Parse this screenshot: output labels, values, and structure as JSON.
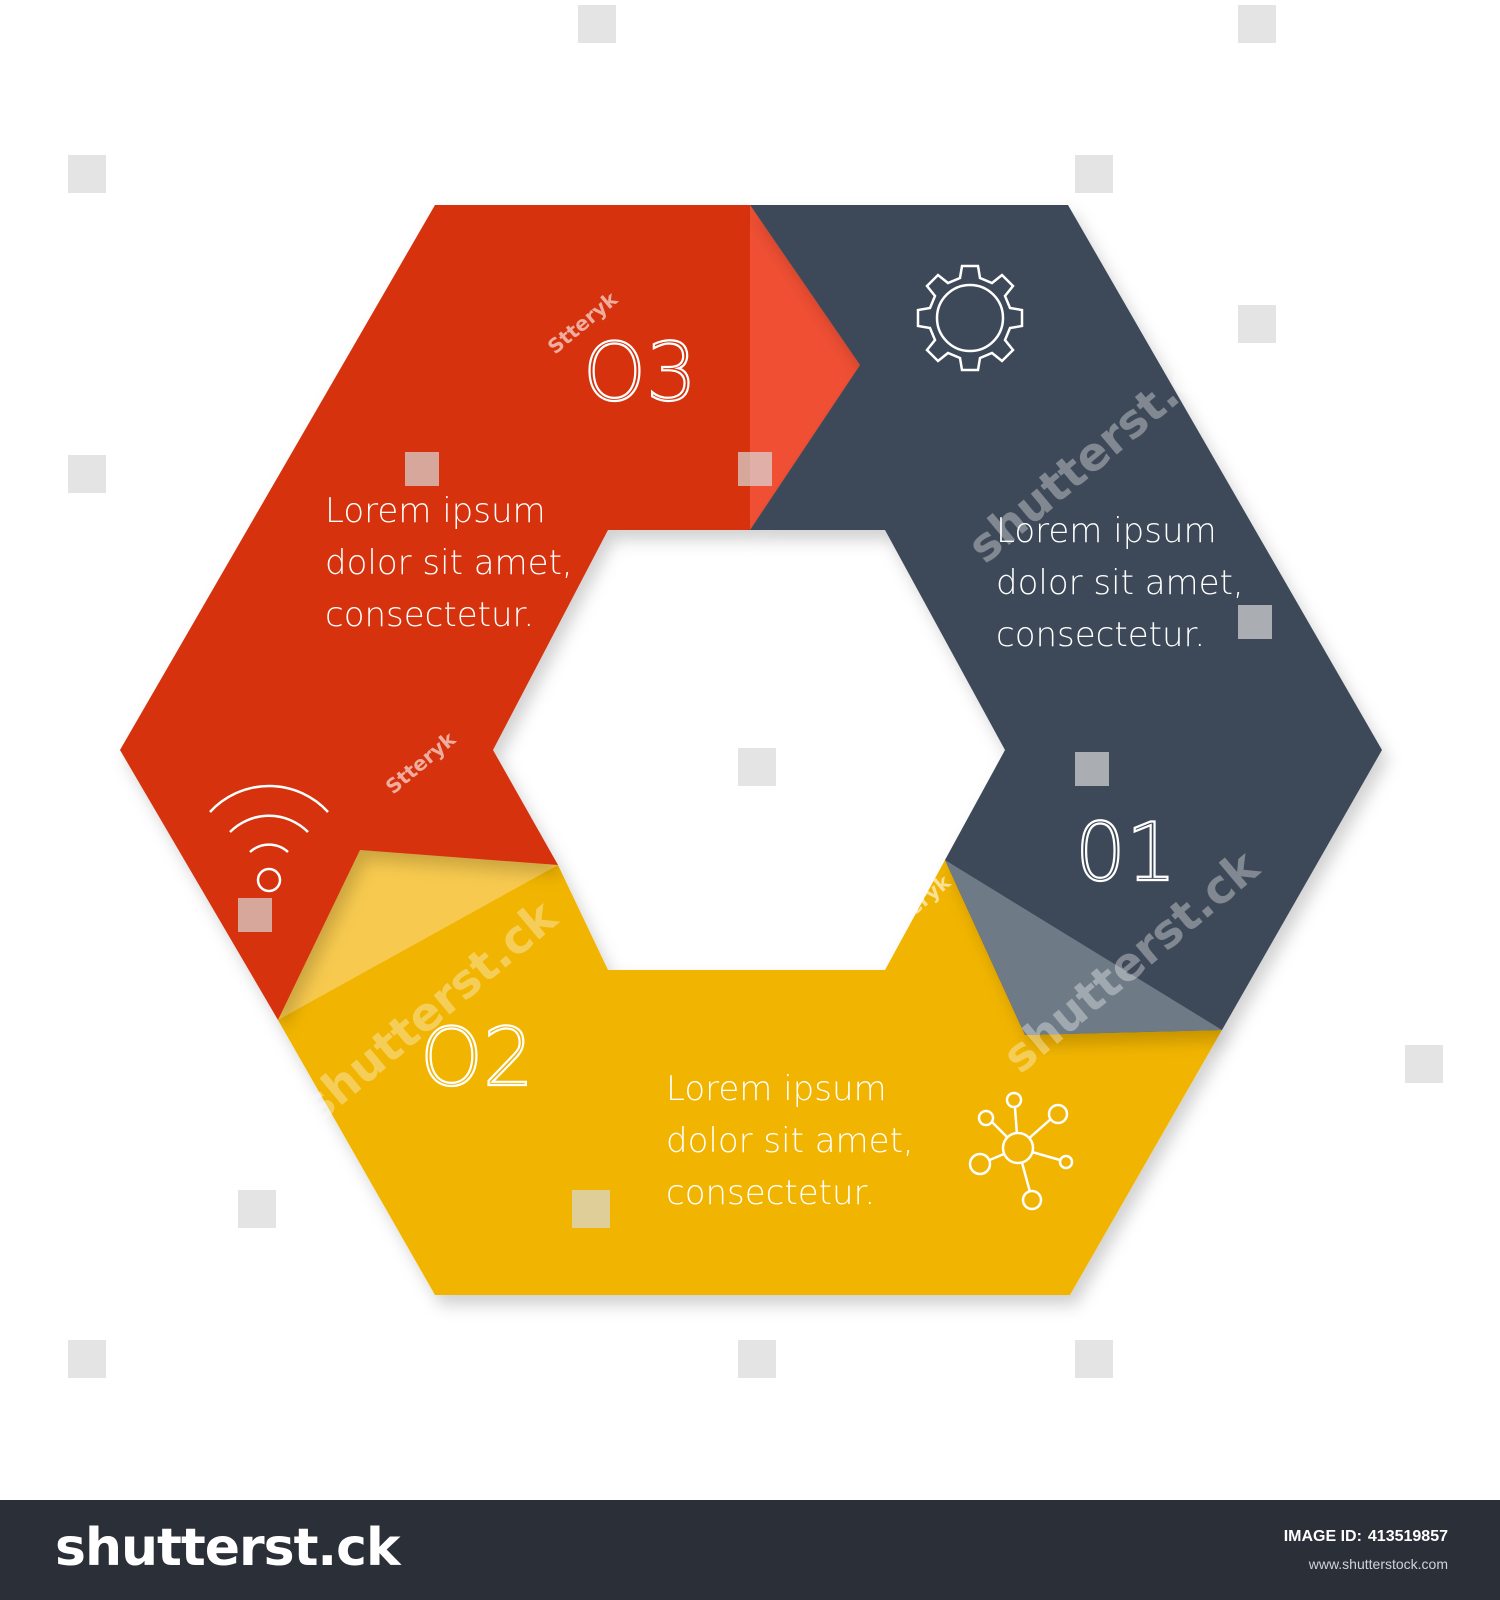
{
  "diagram": {
    "colors": {
      "red": "#d63110",
      "red_light": "#f04f33",
      "dark": "#3d4a58",
      "dark_light": "#6e7a86",
      "yellow": "#f1b404",
      "yellow_light": "#f7c94e"
    },
    "segments": [
      {
        "number": "01",
        "color": "dark",
        "icon": "gear-icon",
        "lines": [
          "Lorem ipsum",
          "dolor sit amet,",
          "consectetur."
        ]
      },
      {
        "number": "O2",
        "color": "yellow",
        "icon": "network-icon",
        "lines": [
          "Lorem ipsum",
          "dolor sit amet,",
          "consectetur."
        ]
      },
      {
        "number": "O3",
        "color": "red",
        "icon": "wifi-icon",
        "lines": [
          "Lorem ipsum",
          "dolor sit amet,",
          "consectetur."
        ]
      }
    ],
    "watermark_author": "Stteryk",
    "watermark_brand": "shutterst.ck"
  },
  "footer": {
    "brand": "shutterst.ck",
    "image_id_label": "IMAGE ID:",
    "image_id": "413519857",
    "site": "www.shutterstock.com"
  }
}
